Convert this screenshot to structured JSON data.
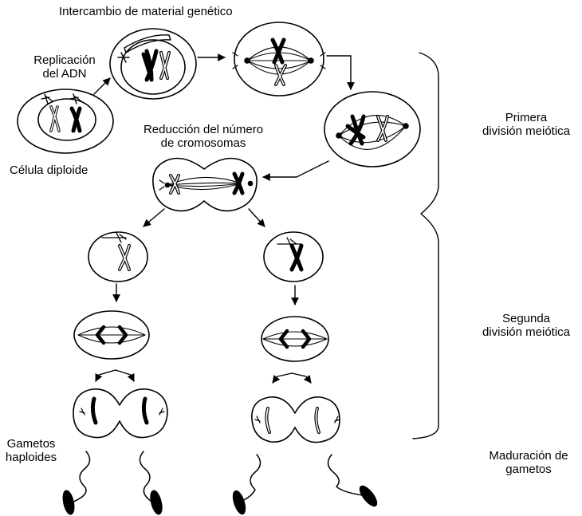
{
  "labels": {
    "genetic_exchange": "Intercambio de material genético",
    "dna_replication": [
      "Replicación",
      "del ADN"
    ],
    "diploid_cell": "Célula diploide",
    "chromosome_reduction": [
      "Reducción del número",
      "de cromosomas"
    ],
    "first_division": [
      "Primera",
      "división meiótica"
    ],
    "second_division": [
      "Segunda",
      "división meiótica"
    ],
    "haploid_gametes": [
      "Gametos",
      "haploides"
    ],
    "gamete_maturation": [
      "Maduración de",
      "gametos"
    ]
  },
  "colors": {
    "ink": "#000000",
    "paper": "#ffffff"
  }
}
